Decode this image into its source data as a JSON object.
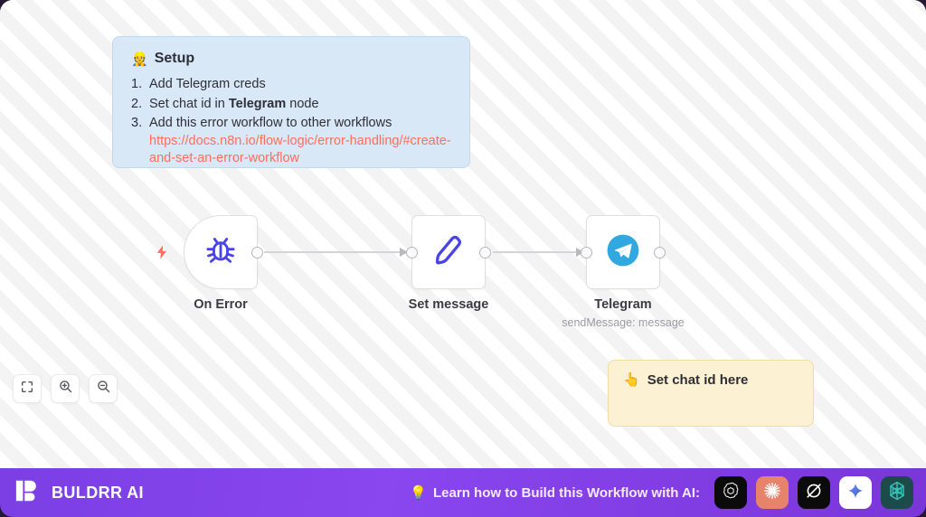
{
  "canvas": {
    "notes": [
      {
        "id": "setup",
        "emoji": "👷",
        "title": "Setup",
        "items": [
          {
            "text": "Add Telegram creds"
          },
          {
            "text_before": "Set chat id in ",
            "bold": "Telegram",
            "text_after": " node"
          },
          {
            "text": "Add this error workflow to other workflows"
          }
        ],
        "link": "https://docs.n8n.io/flow-logic/error-handling/#create-and-set-an-error-workflow",
        "bg": "#d9e8f7",
        "border": "#c1d7ec",
        "link_color": "#ff6d5a"
      },
      {
        "id": "set-chat-id",
        "emoji": "👆",
        "title": "Set chat id here",
        "bg": "#fdf1d3",
        "border": "#f2dda2"
      }
    ],
    "nodes": [
      {
        "id": "on-error",
        "label": "On Error",
        "sublabel": "",
        "icon": "bug-icon",
        "icon_color": "#4a43e8",
        "type": "trigger"
      },
      {
        "id": "set-message",
        "label": "Set message",
        "sublabel": "",
        "icon": "pen-icon",
        "icon_color": "#4a43e8",
        "type": "action"
      },
      {
        "id": "telegram",
        "label": "Telegram",
        "sublabel": "sendMessage: message",
        "icon": "telegram-icon",
        "icon_color": "#32a8e0",
        "type": "action"
      }
    ],
    "trigger_bolt": "⚡"
  },
  "zoom_toolbar": {
    "buttons": [
      {
        "id": "fit-view",
        "name": "fit-to-view-button",
        "title": "Fit to view"
      },
      {
        "id": "zoom-in",
        "name": "zoom-in-button",
        "title": "Zoom in"
      },
      {
        "id": "zoom-out",
        "name": "zoom-out-button",
        "title": "Zoom out"
      }
    ]
  },
  "banner": {
    "brand_name": "BULDRR AI",
    "cta_emoji": "💡",
    "cta_text": "Learn how to Build this Workflow with AI:",
    "gradient_from": "#7b3fe4",
    "gradient_to": "#7a36d8",
    "ai_icons": [
      {
        "id": "openai",
        "name": "openai-icon",
        "bg": "#0b0b0c"
      },
      {
        "id": "claude",
        "name": "claude-icon",
        "bg": "#e8836b"
      },
      {
        "id": "grok",
        "name": "grok-icon",
        "bg": "#0b0b0c"
      },
      {
        "id": "gemini",
        "name": "gemini-icon",
        "bg": "#ffffff"
      },
      {
        "id": "n8n",
        "name": "n8n-icon",
        "bg": "#1c4b4a"
      }
    ]
  }
}
